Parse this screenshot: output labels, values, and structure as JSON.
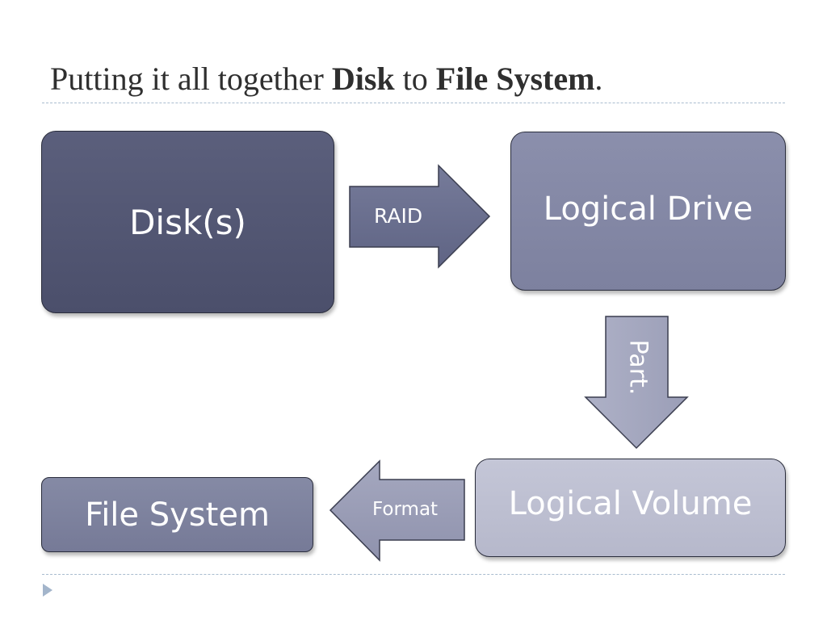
{
  "slide": {
    "title_part1": "Putting it all together ",
    "title_bold1": "Disk",
    "title_part2": " to ",
    "title_bold2": "File System",
    "title_end": "."
  },
  "boxes": {
    "disks": "Disk(s)",
    "logical_drive": "Logical Drive",
    "logical_volume": "Logical Volume",
    "file_system": "File System"
  },
  "arrows": {
    "raid": "RAID",
    "part": "Part.",
    "format": "Format"
  },
  "colors": {
    "disks_box": "#4f5370",
    "logical_drive_box": "#8185a2",
    "logical_volume_box": "#bdbfd0",
    "file_system_box": "#7a7e9b",
    "raid_arrow": "#6a6f8f",
    "part_arrow": "#a3a6be",
    "format_arrow": "#999cb5",
    "rule": "#a9bccf",
    "bullet": "#a3b5cb"
  },
  "icons": {
    "bullet": "triangle-right-bullet-icon"
  }
}
